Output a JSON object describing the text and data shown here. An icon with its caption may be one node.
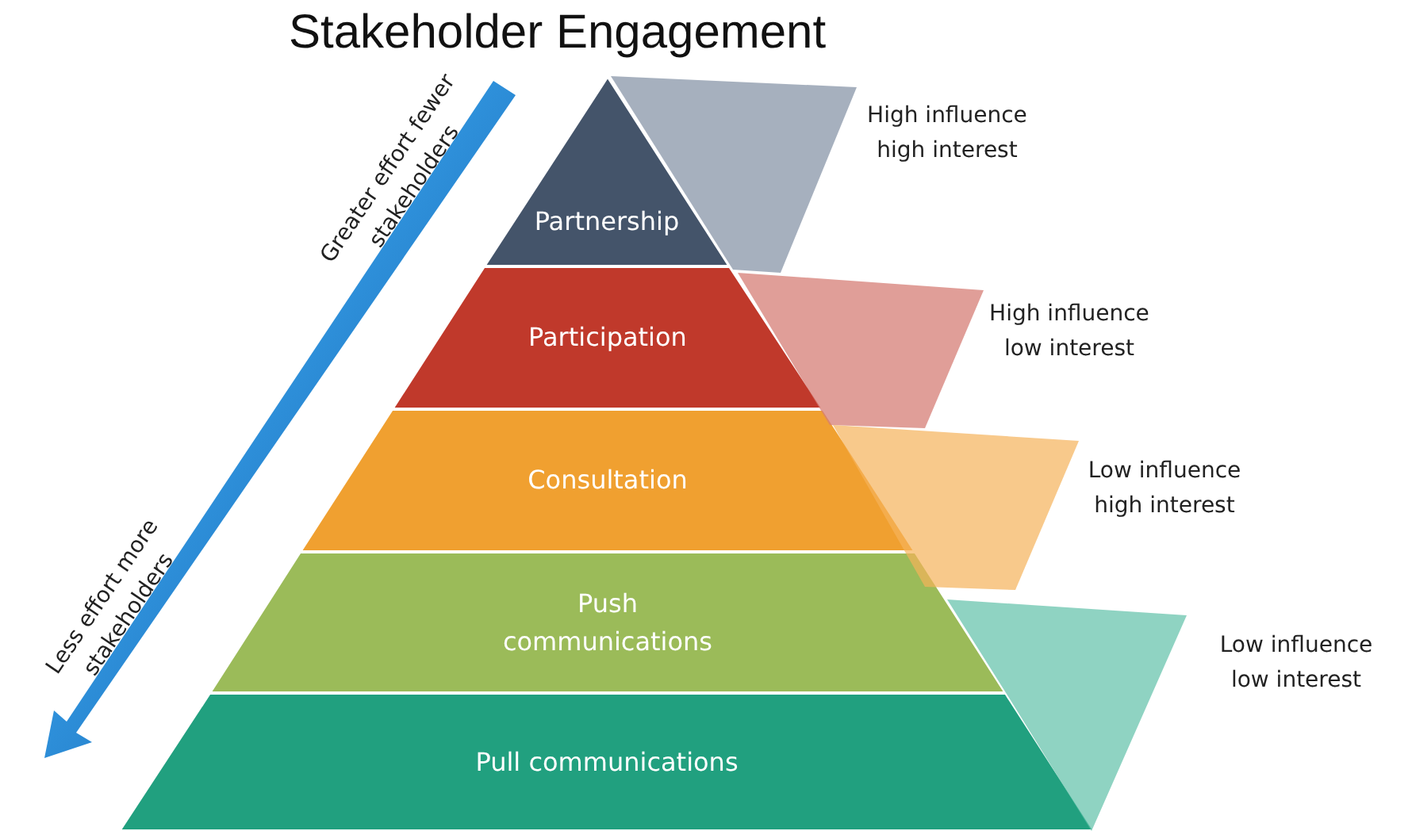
{
  "diagram": {
    "title": "Stakeholder Engagement",
    "nodes": [
      {
        "text": [
          "Partnership"
        ]
      },
      {
        "text": [
          "Participation"
        ]
      },
      {
        "text": [
          "Consultation"
        ]
      },
      {
        "text": [
          "Push communications"
        ]
      },
      {
        "text": [
          "Pull communications"
        ]
      },
      {
        "text": [],
        "shape": "box",
        "beside": [
          "High influence high interest"
        ]
      },
      {
        "text": [],
        "shape": "box",
        "beside": [
          "High influence low interest"
        ]
      },
      {
        "text": [],
        "shape": "box",
        "beside": [
          "Low influence high interest"
        ]
      },
      {
        "text": [],
        "shape": "box",
        "beside": [
          "Low influence low interest"
        ]
      }
    ],
    "labels": [
      "Greater effort fewer stakeholders",
      "Less effort more stakeholders"
    ]
  }
}
